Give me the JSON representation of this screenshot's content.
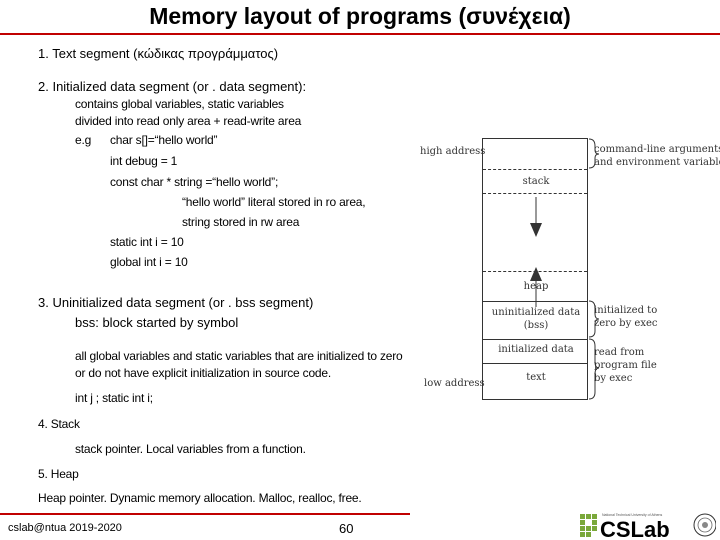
{
  "title": "Memory layout of programs (συνέχεια)",
  "items": {
    "text_segment": "1. Text segment (κώδικας προγράμματος)",
    "init_segment": "2. Initialized data segment (or . data segment):",
    "init_desc1": "contains global variables, static variables",
    "init_desc2": "divided into read only area + read-write area",
    "eg_label": "e.g",
    "eg_line1": "char s[]=“hello world”",
    "eg_line2": "int debug = 1",
    "eg_line3": "const char * string =“hello world”;",
    "eg_line4": "“hello world” literal stored in ro area,",
    "eg_line5": "string stored in rw area",
    "eg_line6": "static int i = 10",
    "eg_line7": "global int i = 10",
    "bss_segment": "3. Uninitialized data segment (or . bss segment)",
    "bss_desc": "bss: block started by symbol",
    "bss_detail1": "all global variables and static variables that are initialized to zero",
    "bss_detail2": "or do not have explicit initialization in source code.",
    "bss_example": "int j ; static int i;",
    "stack_head": "4. Stack",
    "stack_desc": "stack pointer. Local variables from a function.",
    "heap_head": "5. Heap",
    "heap_desc": "Heap pointer. Dynamic memory allocation. Malloc, realloc, free."
  },
  "diagram": {
    "high_address": "high address",
    "low_address": "low address",
    "stack": "stack",
    "heap": "heap",
    "bss_line1": "uninitialized data",
    "bss_line2": "(bss)",
    "initialized_data": "initialized data",
    "text": "text",
    "cmdline_line1": "command-line arguments",
    "cmdline_line2": "and environment variables",
    "exec_zero_line1": "initialized to",
    "exec_zero_line2": "zero by exec",
    "exec_read_line1": "read from",
    "exec_read_line2": "program file",
    "exec_read_line3": "by exec"
  },
  "footer": {
    "left": "cslab@ntua 2019-2020",
    "page": "60",
    "logo_text": "CSLab",
    "logo_caption": "National Technical University of Athens"
  },
  "colors": {
    "rule": "#c00000",
    "logo_green": "#7aa83a",
    "logo_text": "#000000"
  }
}
